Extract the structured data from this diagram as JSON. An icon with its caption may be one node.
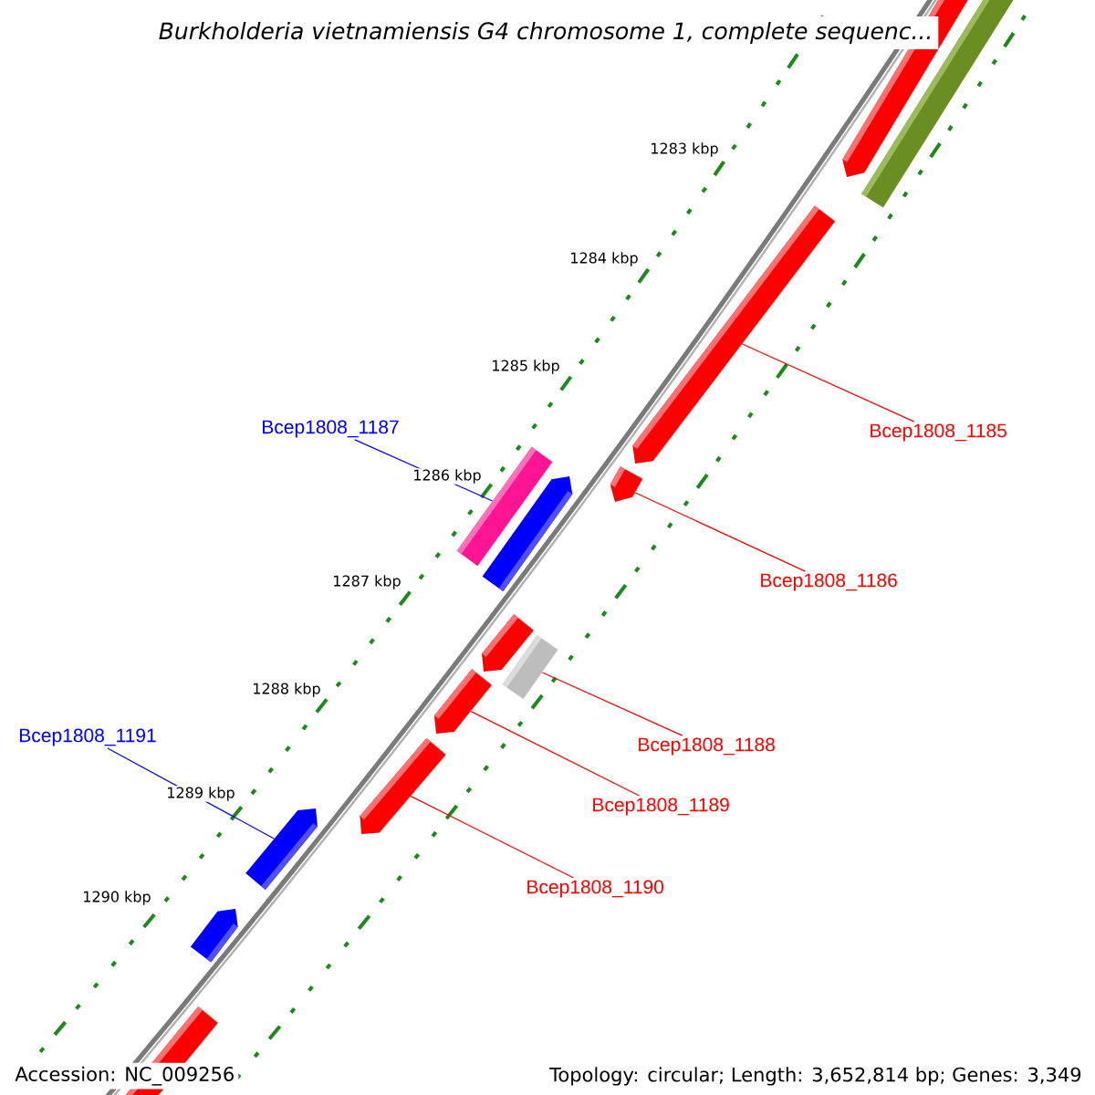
{
  "diagram": {
    "title": "Burkholderia vietnamiensis G4 chromosome 1, complete sequenc...",
    "nodes": [
      {
        "text": [],
        "shape": "arrow"
      },
      {
        "text": [],
        "shape": "bar"
      },
      {
        "text": [],
        "shape": "arrow"
      },
      {
        "text": [
          "Bcep1808_1187"
        ]
      },
      {
        "text": [
          "Bcep1808_1185"
        ]
      },
      {
        "text": [],
        "shape": "bar"
      },
      {
        "text": [],
        "shape": "arrow"
      },
      {
        "text": [],
        "shape": "arrow"
      },
      {
        "text": [
          "Bcep1808_1186"
        ]
      },
      {
        "text": [],
        "shape": "arrow"
      },
      {
        "text": [],
        "shape": "bar"
      },
      {
        "text": [],
        "shape": "arrow"
      },
      {
        "text": [
          "Bcep1808_1191"
        ]
      },
      {
        "text": [
          "Bcep1808_1188"
        ]
      },
      {
        "text": [],
        "shape": "arrow"
      },
      {
        "text": [
          "Bcep1808_1189"
        ]
      },
      {
        "text": [],
        "shape": "arrow"
      },
      {
        "text": [
          "Bcep1808_1190"
        ]
      },
      {
        "text": [],
        "shape": "arrow"
      },
      {
        "text": [],
        "shape": "arrow"
      }
    ],
    "edges": [
      {
        "from": 4,
        "to": 2,
        "arrow": "none"
      },
      {
        "from": 3,
        "to": 5,
        "arrow": "none",
        "color": "#0000ff"
      },
      {
        "from": 8,
        "to": 6,
        "arrow": "none"
      },
      {
        "from": 13,
        "to": 10,
        "arrow": "none"
      },
      {
        "from": 15,
        "to": 11,
        "arrow": "none"
      },
      {
        "from": 12,
        "to": 16,
        "arrow": "none",
        "color": "#0000ff"
      },
      {
        "from": 17,
        "to": 14,
        "arrow": "none"
      }
    ],
    "labels": [
      "1283 kbp",
      "1284 kbp",
      "1285 kbp",
      "1286 kbp",
      "1287 kbp",
      "1288 kbp",
      "1289 kbp",
      "1290 kbp",
      "Accession: NC_009256",
      "Topology: circular; Length: 3,652,814 bp; Genes: 3,349"
    ]
  }
}
